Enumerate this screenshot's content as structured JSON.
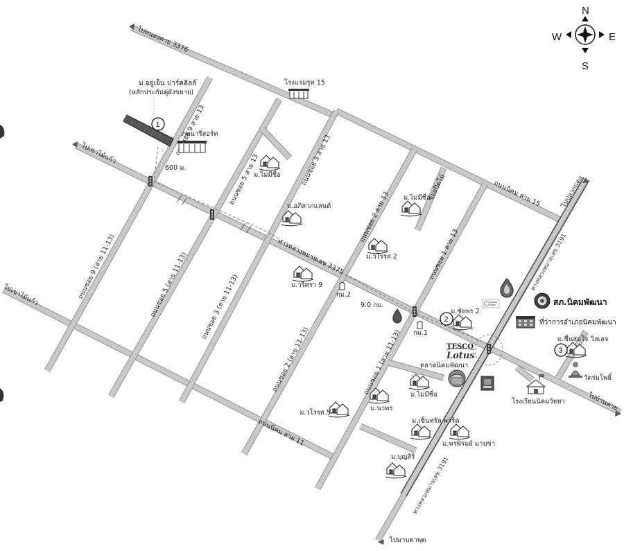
{
  "compass": {
    "n": "N",
    "s": "S",
    "e": "E",
    "w": "W"
  },
  "roads": {
    "to_nongkhai_3376": "ไปหนองคาย 3376",
    "to_phaimailaew_top": "ไปเขาไม้แก้ว",
    "to_phaimailaew_left": "ไปเขาไม้แก้ว",
    "highway_3375": "ทางหลวงหมายเลข 3375",
    "highway_3191_upper": "ทางหลวงหมายเลข 3191",
    "highway_3191_lower": "ทางหลวงหมายเลข 3191",
    "to_plaeng": "ไปปลวกแดง",
    "to_bankai": "ไปบ้านค่าย",
    "to_maptaphut": "ไปมาบตาพุด",
    "nikhom_sai_15": "ถนนนิคม สาย 15",
    "nikhom_sai_11": "ถนนนิคม สาย 11",
    "soi9_13": "ถนนซอย 9 สาย 13",
    "soi5_13": "ถนนซอย 5 สาย 13",
    "soi3_13": "ถนนซอย 3 สาย 13",
    "soi2_13": "ถนนซอย 2 สาย 13",
    "soi1_13": "ถนนซอย 1 สาย 13",
    "soi_pidbai": "ซอยปิดไม้",
    "soi9_1113": "ถนนซอย 9 (สาย 11-13)",
    "soi5_1113": "ถนนซอย 5 (สาย 11-13)",
    "soi3_1113": "ถนนซอย 3 (สาย 11-13)",
    "soi2_1113": "ถนนซอย 2 (สาย 11-13)",
    "soi1_1113": "ถนนซอย 1 (สาย 11-13)"
  },
  "places": {
    "project_name": "ม.อยู่เย็น ปาร์คฮิลล์",
    "project_note": "(หลักประกันคู่ผังขยาย)",
    "hotel": "โรงแรมรูท 15",
    "resort": "ภูพนารีสอร์ท",
    "dist_600": "600 ม.",
    "dist_9km": "9.0 กม.",
    "km2": "กม.2",
    "km1": "กม.1",
    "mai_mi_chue_1": "ม.ไม่มีชื่อ",
    "mai_mi_chue_2": "ม.ไม่มีชื่อ",
    "mai_mi_chue_3": "ม.ไม่มีชื่อ",
    "aphirak": "ม.อภิลาภแลนด์",
    "worarot2": "ม.วโรรส 2",
    "wisara9": "ม.วริศรา 9",
    "chaiyaporn2": "ม.ชัยพร 2",
    "police": "สภ.นิคมพัฒนา",
    "district_office": "ที่ว่าการอำเภอนิคมพัฒนา",
    "chuensomjai": "ม.ชื่นสมใจ วิลเลจ",
    "wat": "วัดร่มโพธิ์",
    "tesco_1": "TESCO",
    "tesco_2": "Lotus",
    "market": "ตลาดนิคมพัฒนา",
    "school": "โรงเรียนนิคมวิทยา",
    "worarot5": "ม.วโรรส 5",
    "nawaporn": "ม.นวพร",
    "central_park": "ม.เซ็นทรัล พาร์ค",
    "pornrom": "ม.พรพิรมย์ มาบข่า",
    "boonsiri": "ม.บุญสิริ",
    "marker1": "1",
    "marker2": "2",
    "marker3": "3"
  }
}
